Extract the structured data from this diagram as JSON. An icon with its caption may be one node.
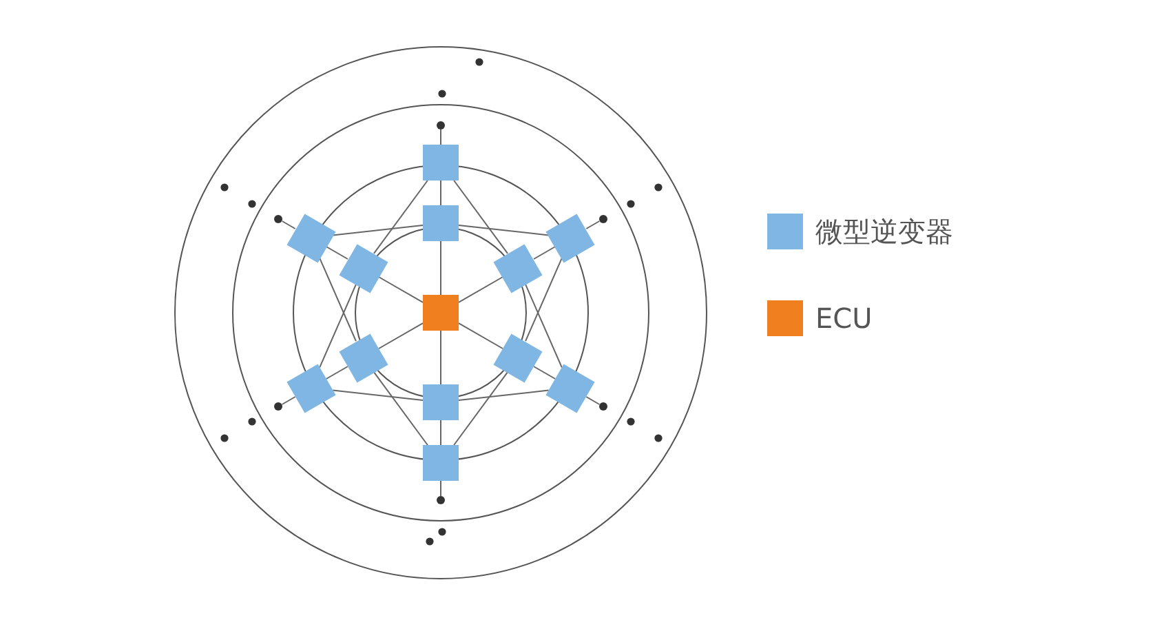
{
  "diagram": {
    "nodes": [
      {
        "text": [],
        "shape": "box"
      },
      {
        "text": [],
        "shape": "box"
      },
      {
        "text": [],
        "shape": "box"
      },
      {
        "text": [],
        "shape": "box"
      },
      {
        "text": [],
        "shape": "box"
      },
      {
        "text": [],
        "shape": "box"
      },
      {
        "text": [],
        "shape": "box"
      },
      {
        "text": [],
        "shape": "box"
      },
      {
        "text": [],
        "shape": "box"
      },
      {
        "text": [],
        "shape": "box"
      },
      {
        "text": [],
        "shape": "box"
      },
      {
        "text": [],
        "shape": "box"
      },
      {
        "text": [],
        "shape": "box"
      },
      {
        "text": [],
        "shape": "circle"
      },
      {
        "text": [],
        "shape": "circle"
      },
      {
        "text": [],
        "shape": "circle"
      },
      {
        "text": [],
        "shape": "circle"
      },
      {
        "text": [],
        "shape": "circle"
      },
      {
        "text": [],
        "shape": "circle"
      }
    ],
    "edges": [
      {
        "from": 0,
        "to": 1,
        "arrow": "none"
      },
      {
        "from": 0,
        "to": 2,
        "arrow": "none"
      },
      {
        "from": 0,
        "to": 3,
        "arrow": "none"
      },
      {
        "from": 0,
        "to": 4,
        "arrow": "none"
      },
      {
        "from": 0,
        "to": 5,
        "arrow": "none"
      },
      {
        "from": 0,
        "to": 6,
        "arrow": "none"
      },
      {
        "from": 1,
        "to": 7,
        "arrow": "none"
      },
      {
        "from": 2,
        "to": 8,
        "arrow": "none"
      },
      {
        "from": 3,
        "to": 9,
        "arrow": "none"
      },
      {
        "from": 4,
        "to": 10,
        "arrow": "none"
      },
      {
        "from": 5,
        "to": 11,
        "arrow": "none"
      },
      {
        "from": 6,
        "to": 12,
        "arrow": "none"
      },
      {
        "from": 7,
        "to": 13,
        "arrow": "none"
      },
      {
        "from": 8,
        "to": 14,
        "arrow": "none"
      },
      {
        "from": 9,
        "to": 15,
        "arrow": "none"
      },
      {
        "from": 10,
        "to": 16,
        "arrow": "none"
      },
      {
        "from": 11,
        "to": 17,
        "arrow": "none"
      },
      {
        "from": 12,
        "to": 18,
        "arrow": "none"
      },
      {
        "from": 7,
        "to": 2,
        "arrow": "none"
      },
      {
        "from": 7,
        "to": 6,
        "arrow": "none"
      },
      {
        "from": 8,
        "to": 1,
        "arrow": "none"
      },
      {
        "from": 8,
        "to": 3,
        "arrow": "none"
      },
      {
        "from": 9,
        "to": 2,
        "arrow": "none"
      },
      {
        "from": 9,
        "to": 4,
        "arrow": "none"
      },
      {
        "from": 10,
        "to": 3,
        "arrow": "none"
      },
      {
        "from": 10,
        "to": 5,
        "arrow": "none"
      },
      {
        "from": 11,
        "to": 4,
        "arrow": "none"
      },
      {
        "from": 11,
        "to": 6,
        "arrow": "none"
      },
      {
        "from": 12,
        "to": 5,
        "arrow": "none"
      },
      {
        "from": 12,
        "to": 1,
        "arrow": "none"
      }
    ],
    "legend": [
      {
        "text": "微型逆变器",
        "color": "#7fb6e3"
      },
      {
        "text": "ECU",
        "color": "#f0801f"
      }
    ]
  }
}
